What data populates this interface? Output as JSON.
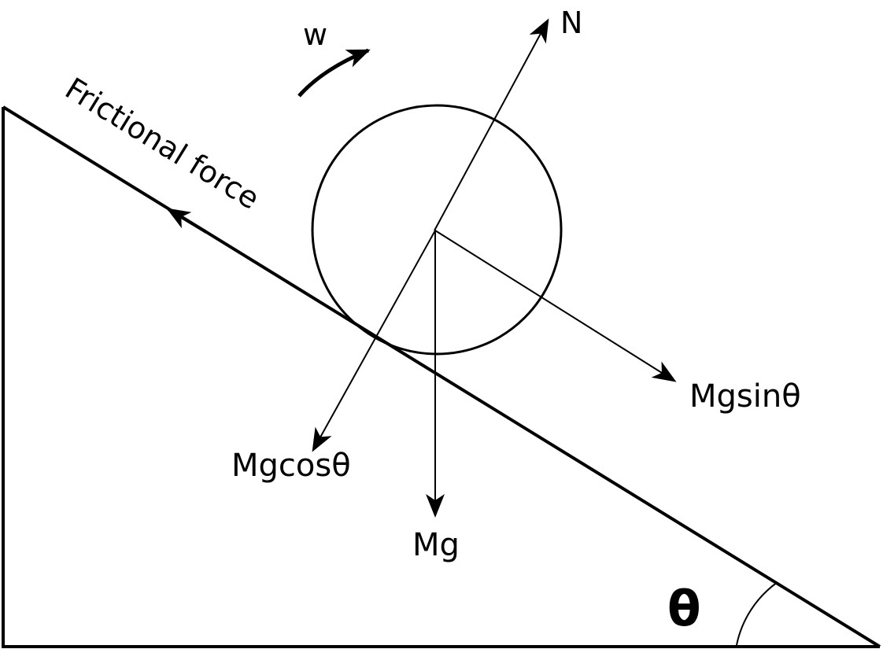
{
  "labels": {
    "normal_force": "N",
    "angular_velocity": "w",
    "friction": "Frictional force",
    "weight": "Mg",
    "parallel_component": "Mgsinθ",
    "perpendicular_component": "Mgcosθ",
    "incline_angle": "θ"
  },
  "colors": {
    "ink": "#000000",
    "background": "#ffffff"
  }
}
